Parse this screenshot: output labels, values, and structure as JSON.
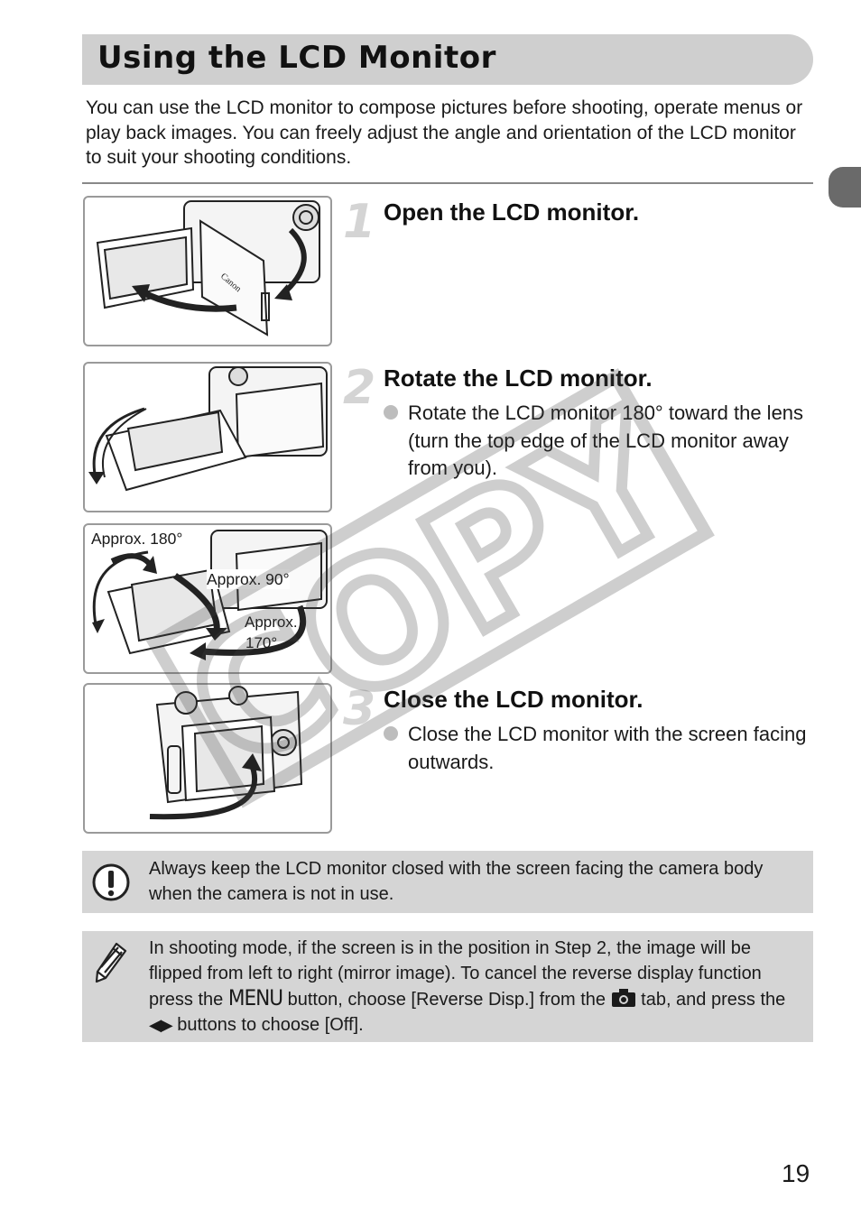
{
  "title": "Using the LCD Monitor",
  "intro": "You can use the LCD monitor to compose pictures before shooting, operate menus or play back images. You can freely adjust the angle and orientation of the LCD monitor to suit your shooting conditions.",
  "figures": {
    "open_camera_brand": "Canon",
    "rotate_approx_180": "Approx. 180°",
    "rotate_approx_90": "Approx. 90°",
    "rotate_approx_170_line1": "Approx.",
    "rotate_approx_170_line2": "170°"
  },
  "steps": [
    {
      "number": "1",
      "title": "Open the LCD monitor.",
      "bullets": []
    },
    {
      "number": "2",
      "title": "Rotate the LCD monitor.",
      "bullets": [
        "Rotate the LCD monitor 180° toward the lens (turn the top edge of the LCD monitor away from you)."
      ]
    },
    {
      "number": "3",
      "title": "Close the LCD monitor.",
      "bullets": [
        "Close the LCD monitor with the screen facing outwards."
      ]
    }
  ],
  "caution": {
    "icon": "caution-icon",
    "text": "Always keep the LCD monitor closed with the screen facing the camera body when the camera is not in use."
  },
  "memo": {
    "icon": "pencil-icon",
    "text_part1": "In shooting mode, if the screen is in the position in Step 2, the image will be flipped from left to right (mirror image). To cancel the reverse display function press the ",
    "menu_label": "MENU",
    "text_part2": " button, choose [Reverse Disp.] from the ",
    "camera_tab_icon": "camera-icon",
    "text_part3": " tab, and press the ",
    "arrows": "◀▶",
    "text_part4": " buttons to choose [Off]."
  },
  "watermark": "COPY",
  "page_number": "19"
}
